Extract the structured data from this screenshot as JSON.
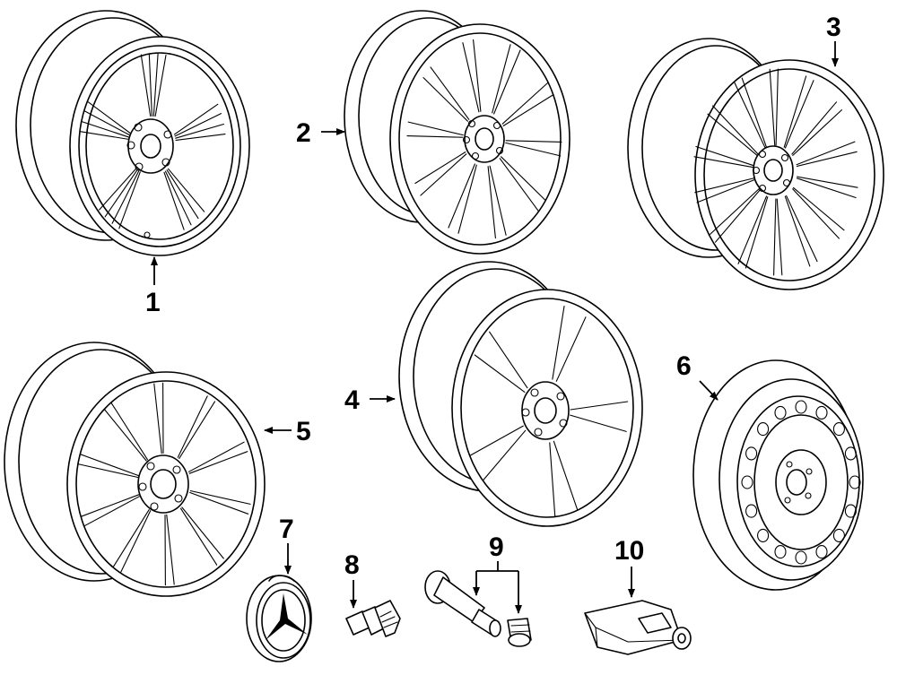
{
  "diagram": {
    "background": "#ffffff",
    "ink": "#000000",
    "parts": [
      {
        "label": "1",
        "icon": "alloy-wheel-5-double-spoke-icon"
      },
      {
        "label": "2",
        "icon": "alloy-wheel-10-split-spoke-icon"
      },
      {
        "label": "3",
        "icon": "alloy-wheel-multi-spoke-icon"
      },
      {
        "label": "4",
        "icon": "alloy-wheel-5-spoke-icon"
      },
      {
        "label": "5",
        "icon": "alloy-wheel-10-spoke-icon"
      },
      {
        "label": "6",
        "icon": "spare-steel-wheel-icon"
      },
      {
        "label": "7",
        "icon": "center-cap-icon"
      },
      {
        "label": "8",
        "icon": "wheel-bolt-icon"
      },
      {
        "label": "9",
        "icon": "valve-stem-icon"
      },
      {
        "label": "10",
        "icon": "tpms-sensor-icon"
      }
    ]
  }
}
